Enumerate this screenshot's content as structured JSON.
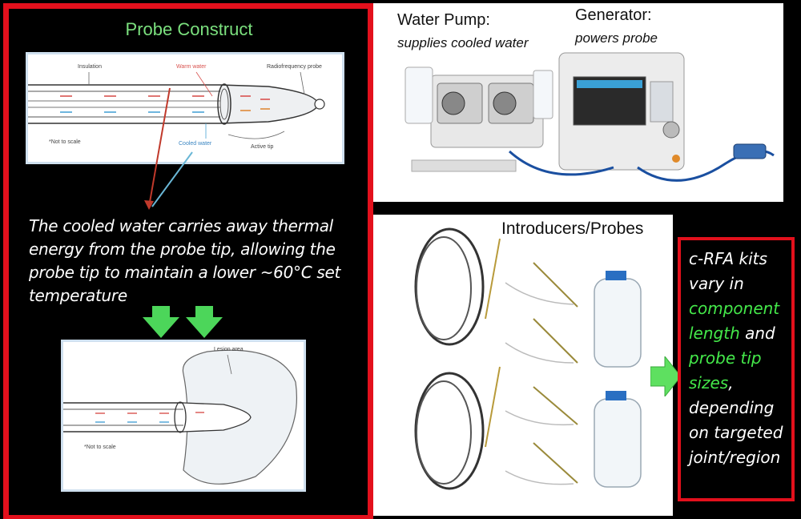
{
  "left_panel": {
    "title": "Probe Construct",
    "top_diagram": {
      "labels": {
        "insulation": "Insulation",
        "warm_water": "Warm water",
        "rf_probe": "Radiofrequency probe",
        "not_to_scale": "*Not to scale",
        "cooled_water": "Cooled water",
        "active_tip": "Active tip"
      }
    },
    "description": "The cooled water carries away thermal energy from the probe tip, allowing the probe tip to maintain a lower ~60°C set temperature",
    "bottom_diagram": {
      "labels": {
        "lesion_area": "Lesion area",
        "not_to_scale": "*Not to scale"
      }
    }
  },
  "pump_panel": {
    "water_pump_title": "Water Pump:",
    "water_pump_sub": "supplies cooled water",
    "generator_title": "Generator:",
    "generator_sub": "powers probe"
  },
  "kits_panel": {
    "title": "Introducers/Probes"
  },
  "info_box": {
    "line1": "c-RFA kits",
    "line2": "vary in",
    "line3_hl": "component",
    "line4_hl": "length",
    "line4_rest": " and",
    "line5_hl": "probe tip",
    "line6_hl": "sizes",
    "line6_rest": ",",
    "line7": "depending",
    "line8": "on targeted",
    "line9": "joint/region"
  },
  "colors": {
    "border_red": "#e3101c",
    "highlight_green": "#44e84a",
    "title_green": "#7be07e"
  }
}
